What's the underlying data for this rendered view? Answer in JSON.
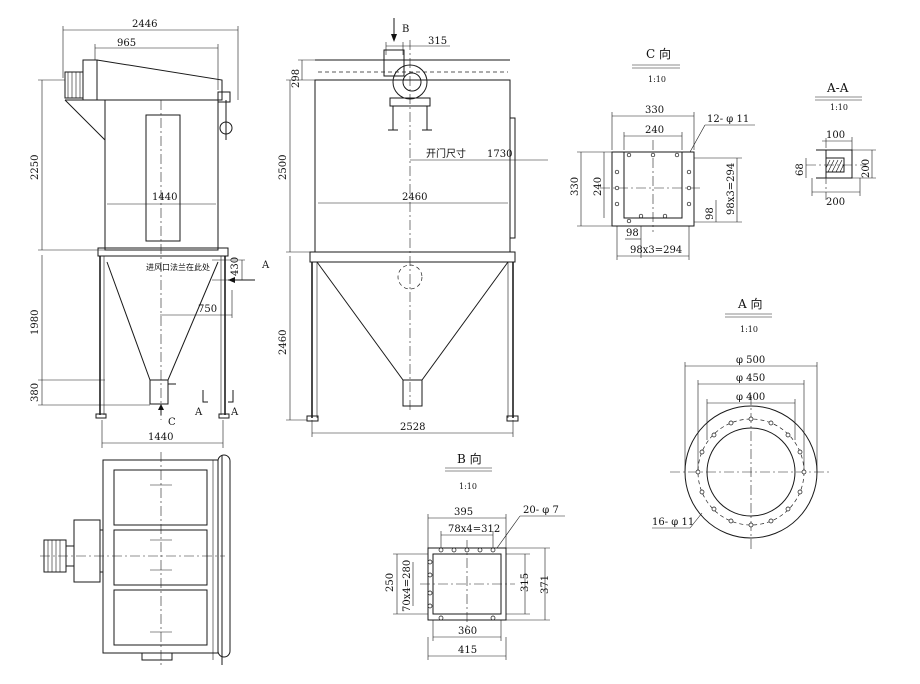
{
  "front_view": {
    "width_total": "2446",
    "width_offset": "965",
    "height_upper": "2250",
    "width_body": "1440",
    "height_lower": "1980",
    "height_outlet": "380",
    "hopper_dim": "430",
    "pipe_dim": "750",
    "base_width": "1440",
    "note": "进风口法兰在此处",
    "label_a_arrow": "A",
    "label_c_arrow": "C",
    "label_section_a1": "A",
    "label_section_a2": "A"
  },
  "side_view": {
    "label_b": "B",
    "inlet_dim": "315",
    "top_dim": "298",
    "height_upper": "2500",
    "door_label": "开门尺寸",
    "door_dim": "1730",
    "width_body": "2460",
    "height_lower": "2460",
    "base_width": "2528"
  },
  "view_c": {
    "title": "C 向",
    "scale": "1:10",
    "outer": "330",
    "inner": "240",
    "holes": "12- φ 11",
    "height_outer": "330",
    "height_inner": "240",
    "spacing_v": "98x3=294",
    "edge_v": "98",
    "edge_h": "98",
    "spacing_h": "98x3=294"
  },
  "section_aa": {
    "title": "A-A",
    "scale": "1:10",
    "top": "100",
    "left": "68",
    "right": "200",
    "bottom": "200"
  },
  "view_a": {
    "title": "A 向",
    "scale": "1:10",
    "d1": "φ 500",
    "d2": "φ 450",
    "d3": "φ 400",
    "holes": "16- φ 11"
  },
  "view_b": {
    "title": "B 向",
    "scale": "1:10",
    "outer_w": "395",
    "spacing_top": "78x4=312",
    "holes": "20- φ 7",
    "height_outer": "250",
    "spacing_left": "70x4=280",
    "inner_h": "315",
    "outer_h": "371",
    "inner_w": "360",
    "bottom_w": "415"
  }
}
